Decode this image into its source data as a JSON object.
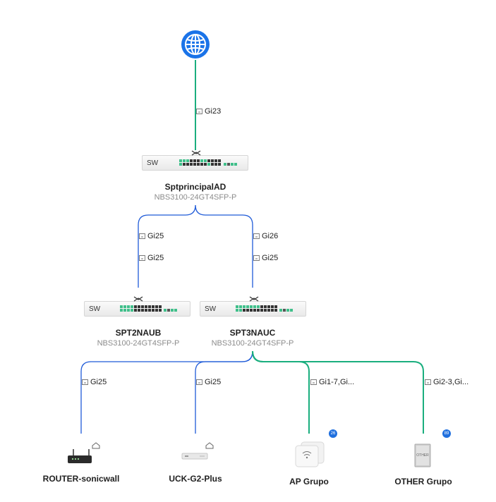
{
  "internet": {
    "uplink_port": "Gi23"
  },
  "switches": [
    {
      "id": "core",
      "tag": "SW",
      "name": "SptprincipalAD",
      "model": "NBS3100-24GT4SFP-P"
    },
    {
      "id": "s2",
      "tag": "SW",
      "name": "SPT2NAUB",
      "model": "NBS3100-24GT4SFP-P"
    },
    {
      "id": "s3",
      "tag": "SW",
      "name": "SPT3NAUC",
      "model": "NBS3100-24GT4SFP-P"
    }
  ],
  "links": {
    "core_s2_up": "Gi25",
    "core_s2_down": "Gi25",
    "core_s3_up": "Gi26",
    "core_s3_down": "Gi25",
    "router": "Gi25",
    "uck": "Gi25",
    "ap": "Gi1-7,Gi...",
    "other": "Gi2-3,Gi..."
  },
  "endpoints": [
    {
      "id": "router",
      "name": "ROUTER-sonicwall"
    },
    {
      "id": "uck",
      "name": "UCK-G2-Plus"
    },
    {
      "id": "ap",
      "name": "AP Grupo",
      "badge": "26"
    },
    {
      "id": "other",
      "name": "OTHER Grupo",
      "badge": "89",
      "device_text": "OTHER"
    }
  ],
  "colors": {
    "wired": "#1f5bd8",
    "poe": "#1aae7e",
    "globe": "#1a73e8"
  }
}
